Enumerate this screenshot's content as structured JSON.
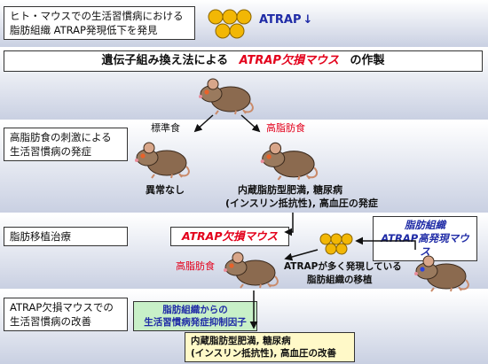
{
  "intro": {
    "line1": "ヒト・マウスでの生活習慣病における",
    "line2": "脂肪組織 ATRAP発現低下を発見",
    "atrap_label": "ATRAP",
    "arrow": "↓"
  },
  "step1": {
    "prefix": "遺伝子組み換え法による",
    "highlight": "ATRAP欠損マウス",
    "suffix": "の作製"
  },
  "step2": {
    "side1": "高脂肪食の刺激による",
    "side2": "生活習慣病の発症",
    "diet_normal": "標準食",
    "diet_high": "高脂肪食",
    "result_normal": "異常なし",
    "result_high1": "内蔵脂肪型肥満, 糖尿病",
    "result_high2": "(インスリン抵抗性), 高血圧の発症"
  },
  "step3": {
    "side": "脂肪移植治療",
    "ko_title": "ATRAP欠損マウス",
    "over_line1": "脂肪組織",
    "over_line2": "ATRAP高発現マウス",
    "diet": "高脂肪食",
    "transplant1": "ATRAPが多く発現している",
    "transplant2": "脂肪組織の移植"
  },
  "step4": {
    "side1": "ATRAP欠損マウスでの",
    "side2": "生活習慣病の改善",
    "factor1": "脂肪組織からの",
    "factor2": "生活習慣病発症抑制因子",
    "outcome1": "内蔵脂肪型肥満, 糖尿病",
    "outcome2": "(インスリン抵抗性), 高血圧の改善"
  },
  "colors": {
    "red": "#e3001b",
    "blue": "#1f2ba6",
    "band": "#c9d0e2",
    "fat": "#f2b705",
    "factor_box": "#c8f0c8",
    "outcome_box": "#fff9c8"
  }
}
